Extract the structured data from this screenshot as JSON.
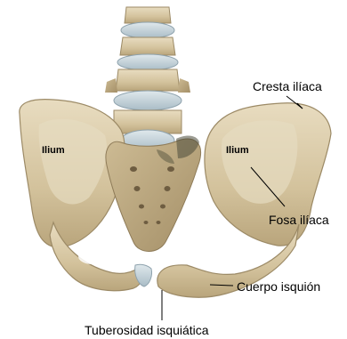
{
  "diagram": {
    "labels": {
      "cresta_iliaca": "Cresta ilíaca",
      "ilium_left": "Ilium",
      "ilium_right": "Ilium",
      "fosa_iliaca": "Fosa ilíaca",
      "cuerpo_isquion": "Cuerpo isquión",
      "tuberosidad_isquiatica": "Tuberosidad isquiática"
    }
  }
}
